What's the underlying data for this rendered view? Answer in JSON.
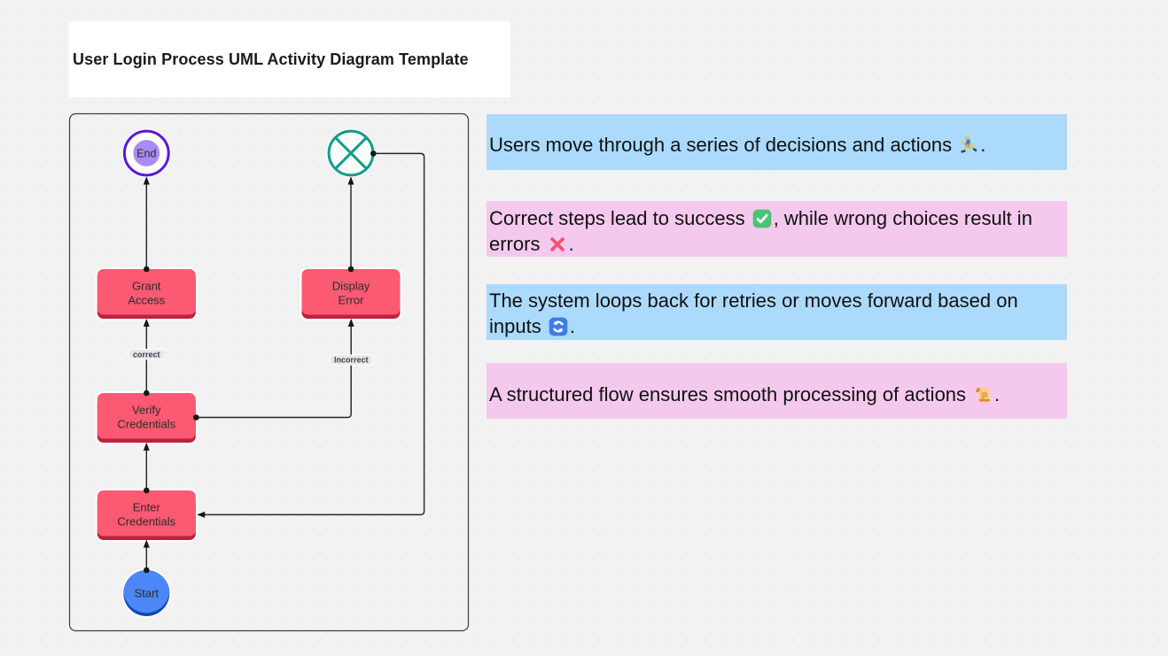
{
  "board": {
    "title": "User Login Process UML Activity Diagram Template"
  },
  "colors": {
    "canvas_bg": "#F2F2F3",
    "action_fill": "#FB5A72",
    "action_shade": "#BE2040",
    "start_fill": "#4C86F8",
    "start_shade": "#0D4BB4",
    "end_ring": "#5B18D8",
    "end_fill": "#A98BF5",
    "merge_stroke": "#0D9E88",
    "connector": "#222222",
    "note_blue": "#ACDAFC",
    "note_pink": "#F5C9ED"
  },
  "diagram": {
    "nodes": {
      "start": {
        "type": "initial",
        "label": "Start"
      },
      "enter": {
        "type": "action",
        "label": "Enter Credentials",
        "lines": [
          "Enter",
          "Credentials"
        ]
      },
      "verify": {
        "type": "action",
        "label": "Verify Credentials",
        "lines": [
          "Verify",
          "Credentials"
        ]
      },
      "grant": {
        "type": "action",
        "label": "Grant Access",
        "lines": [
          "Grant",
          "Access"
        ]
      },
      "display_error": {
        "type": "action",
        "label": "Display Error",
        "lines": [
          "Display",
          "Error"
        ]
      },
      "end": {
        "type": "final",
        "label": "End"
      },
      "merge": {
        "type": "flow-final",
        "label": ""
      }
    },
    "connector_labels": {
      "correct": "correct",
      "incorrect": "Incorrect"
    },
    "connectors": [
      {
        "from": "start",
        "to": "enter"
      },
      {
        "from": "enter",
        "to": "verify"
      },
      {
        "from": "verify",
        "to": "grant",
        "label": "correct"
      },
      {
        "from": "grant",
        "to": "end"
      },
      {
        "from": "verify",
        "to": "display_error",
        "label": "Incorrect"
      },
      {
        "from": "display_error",
        "to": "merge"
      },
      {
        "from": "merge",
        "to": "enter"
      }
    ]
  },
  "notes": [
    {
      "color": "blue",
      "text": "Users move through a series of decisions and actions 🏃."
    },
    {
      "color": "pink",
      "text": "Correct steps lead to success ✅, while wrong choices result in errors ❌."
    },
    {
      "color": "blue",
      "text": "The system loops back for retries or moves forward based on inputs 🔄."
    },
    {
      "color": "pink",
      "text": "A structured flow ensures smooth processing of actions 📜."
    }
  ]
}
